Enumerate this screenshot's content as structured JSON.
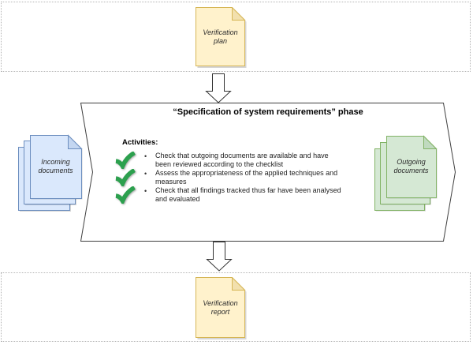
{
  "colors": {
    "yellow-fill": "#fff2cc",
    "yellow-stroke": "#d6b656",
    "yellow-fold": "#f2e0ae",
    "blue-fill": "#dae8fc",
    "blue-stroke": "#6c8ebf",
    "blue-fold": "#c3d6f1",
    "green-fill": "#d5e8d4",
    "green-stroke": "#82b366",
    "green-fold": "#c0dabf",
    "check-green": "#2ca04e",
    "border-gray": "#b5b5b5",
    "shape-stroke": "#3f3f3f"
  },
  "top_section": {
    "document_label": "Verification plan"
  },
  "phase": {
    "title": "“Specification of system requirements” phase",
    "activities_heading": "Activities:",
    "bullet": "•",
    "activities": [
      "Check that outgoing documents are available and have been reviewed according to the checklist",
      "Assess the appropriateness of the applied techniques and measures",
      "Check that all findings tracked thus far have been analysed and evaluated"
    ],
    "incoming_label": "Incoming documents",
    "outgoing_label": "Outgoing documents"
  },
  "bottom_section": {
    "document_label": "Verification report"
  }
}
